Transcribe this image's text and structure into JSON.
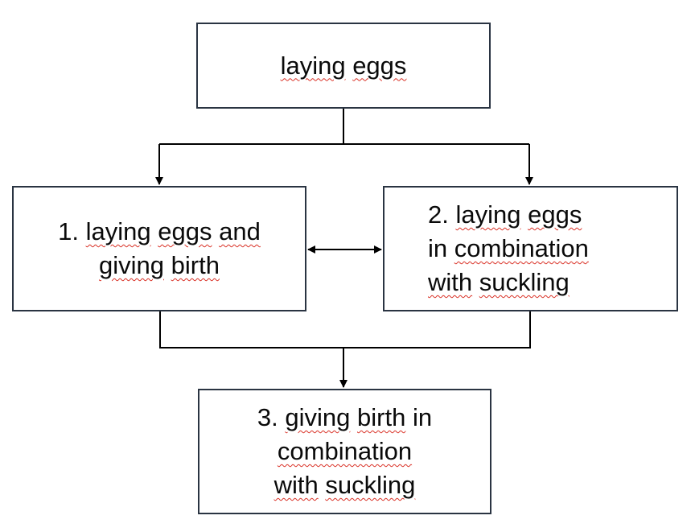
{
  "colors": {
    "border": "#2a3442",
    "connector": "#000000",
    "text": "#0a0a0a",
    "spellcheck_underline": "#d93025"
  },
  "nodes": {
    "top": {
      "lines": [
        [
          {
            "text": "laying",
            "squiggle": true
          },
          {
            "text": " "
          },
          {
            "text": "eggs",
            "squiggle": true
          }
        ]
      ]
    },
    "option1": {
      "lines": [
        [
          {
            "text": "1. "
          },
          {
            "text": "laying",
            "squiggle": true
          },
          {
            "text": " "
          },
          {
            "text": "eggs",
            "squiggle": true
          },
          {
            "text": " "
          },
          {
            "text": "and",
            "squiggle": true
          }
        ],
        [
          {
            "text": "giving",
            "squiggle": true
          },
          {
            "text": " "
          },
          {
            "text": "birth",
            "squiggle": true
          }
        ]
      ]
    },
    "option2": {
      "lines": [
        [
          {
            "text": "2. "
          },
          {
            "text": "laying",
            "squiggle": true
          },
          {
            "text": " "
          },
          {
            "text": "eggs",
            "squiggle": true
          }
        ],
        [
          {
            "text": "in "
          },
          {
            "text": "combination",
            "squiggle": true
          }
        ],
        [
          {
            "text": "with",
            "squiggle": true
          },
          {
            "text": " "
          },
          {
            "text": "suckling",
            "squiggle": true
          }
        ]
      ]
    },
    "option3": {
      "lines": [
        [
          {
            "text": "3. "
          },
          {
            "text": "giving",
            "squiggle": true
          },
          {
            "text": " "
          },
          {
            "text": "birth",
            "squiggle": true
          },
          {
            "text": " in"
          }
        ],
        [
          {
            "text": "combination",
            "squiggle": true
          }
        ],
        [
          {
            "text": "with",
            "squiggle": true
          },
          {
            "text": " "
          },
          {
            "text": "suckling",
            "squiggle": true
          }
        ]
      ]
    }
  },
  "edges": [
    {
      "from": "top",
      "to": "option1",
      "type": "arrow"
    },
    {
      "from": "top",
      "to": "option2",
      "type": "arrow"
    },
    {
      "from": "option1",
      "to": "option2",
      "type": "double-arrow"
    },
    {
      "from": "option1",
      "to": "option3",
      "type": "arrow"
    },
    {
      "from": "option2",
      "to": "option3",
      "type": "arrow"
    }
  ]
}
